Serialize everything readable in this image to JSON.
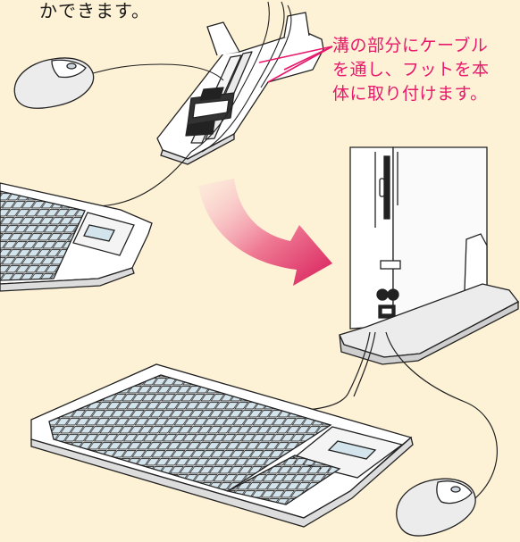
{
  "top_caption": "かできます。",
  "callout": {
    "lines": [
      "溝の部分にケーブル",
      "を通し、フットを本",
      "体に取り付けます。"
    ],
    "color": "#e8186b"
  },
  "colors": {
    "background": "#fdf1d6",
    "device_fill": "#ffffff",
    "key_fill": "#d3e4ec",
    "outline": "#222222",
    "arrow": "#d81e5b"
  }
}
